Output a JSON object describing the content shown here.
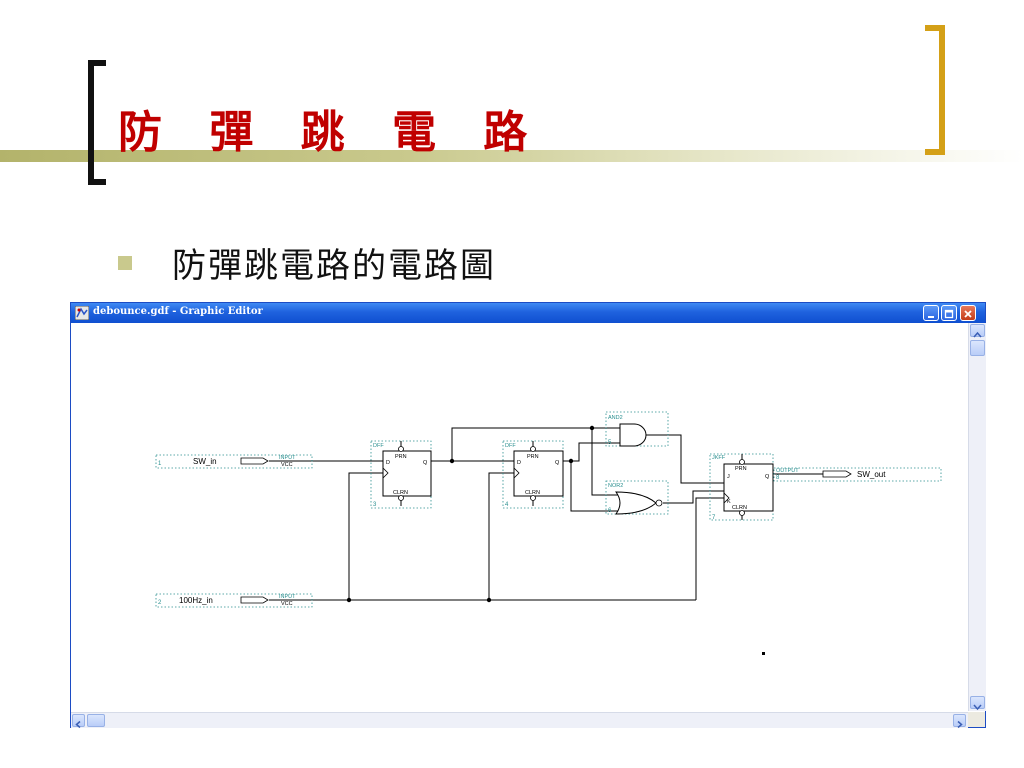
{
  "slide": {
    "title": "防 彈 跳 電 路",
    "bullet": "防彈跳電路的電路圖"
  },
  "window": {
    "title": "debounce.gdf - Graphic Editor",
    "buttons": [
      "minimize",
      "maximize",
      "close"
    ]
  },
  "schematic": {
    "pins": [
      {
        "num": "1",
        "name": "SW_in",
        "type": "INPUT",
        "sub": "VCC"
      },
      {
        "num": "2",
        "name": "100Hz_in",
        "type": "INPUT",
        "sub": "VCC"
      },
      {
        "num": "8",
        "name": "SW_out",
        "type": "OUTPUT"
      }
    ],
    "dff1": {
      "label": "DFF",
      "num": "3",
      "prn": "PRN",
      "clrn": "CLRN",
      "d": "D",
      "q": "Q"
    },
    "dff2": {
      "label": "DFF",
      "num": "4",
      "prn": "PRN",
      "clrn": "CLRN",
      "d": "D",
      "q": "Q"
    },
    "and2": {
      "label": "AND2",
      "num": "5"
    },
    "nor2": {
      "label": "NOR2",
      "num": "6"
    },
    "jkff": {
      "label": "JKFF",
      "num": "7",
      "prn": "PRN",
      "clrn": "CLRN",
      "j": "J",
      "k": "K",
      "q": "Q"
    }
  },
  "colors": {
    "title_red": "#c00000",
    "bracket_gold": "#d4a017",
    "bullet_olive": "#c9c98d",
    "titlebar_blue": "#1f62de",
    "teal_labels": "#2a8f8f"
  },
  "icons": [
    "app-icon",
    "minimize-icon",
    "maximize-icon",
    "close-icon",
    "scroll-up-icon",
    "scroll-down-icon",
    "scroll-left-icon",
    "scroll-right-icon"
  ]
}
